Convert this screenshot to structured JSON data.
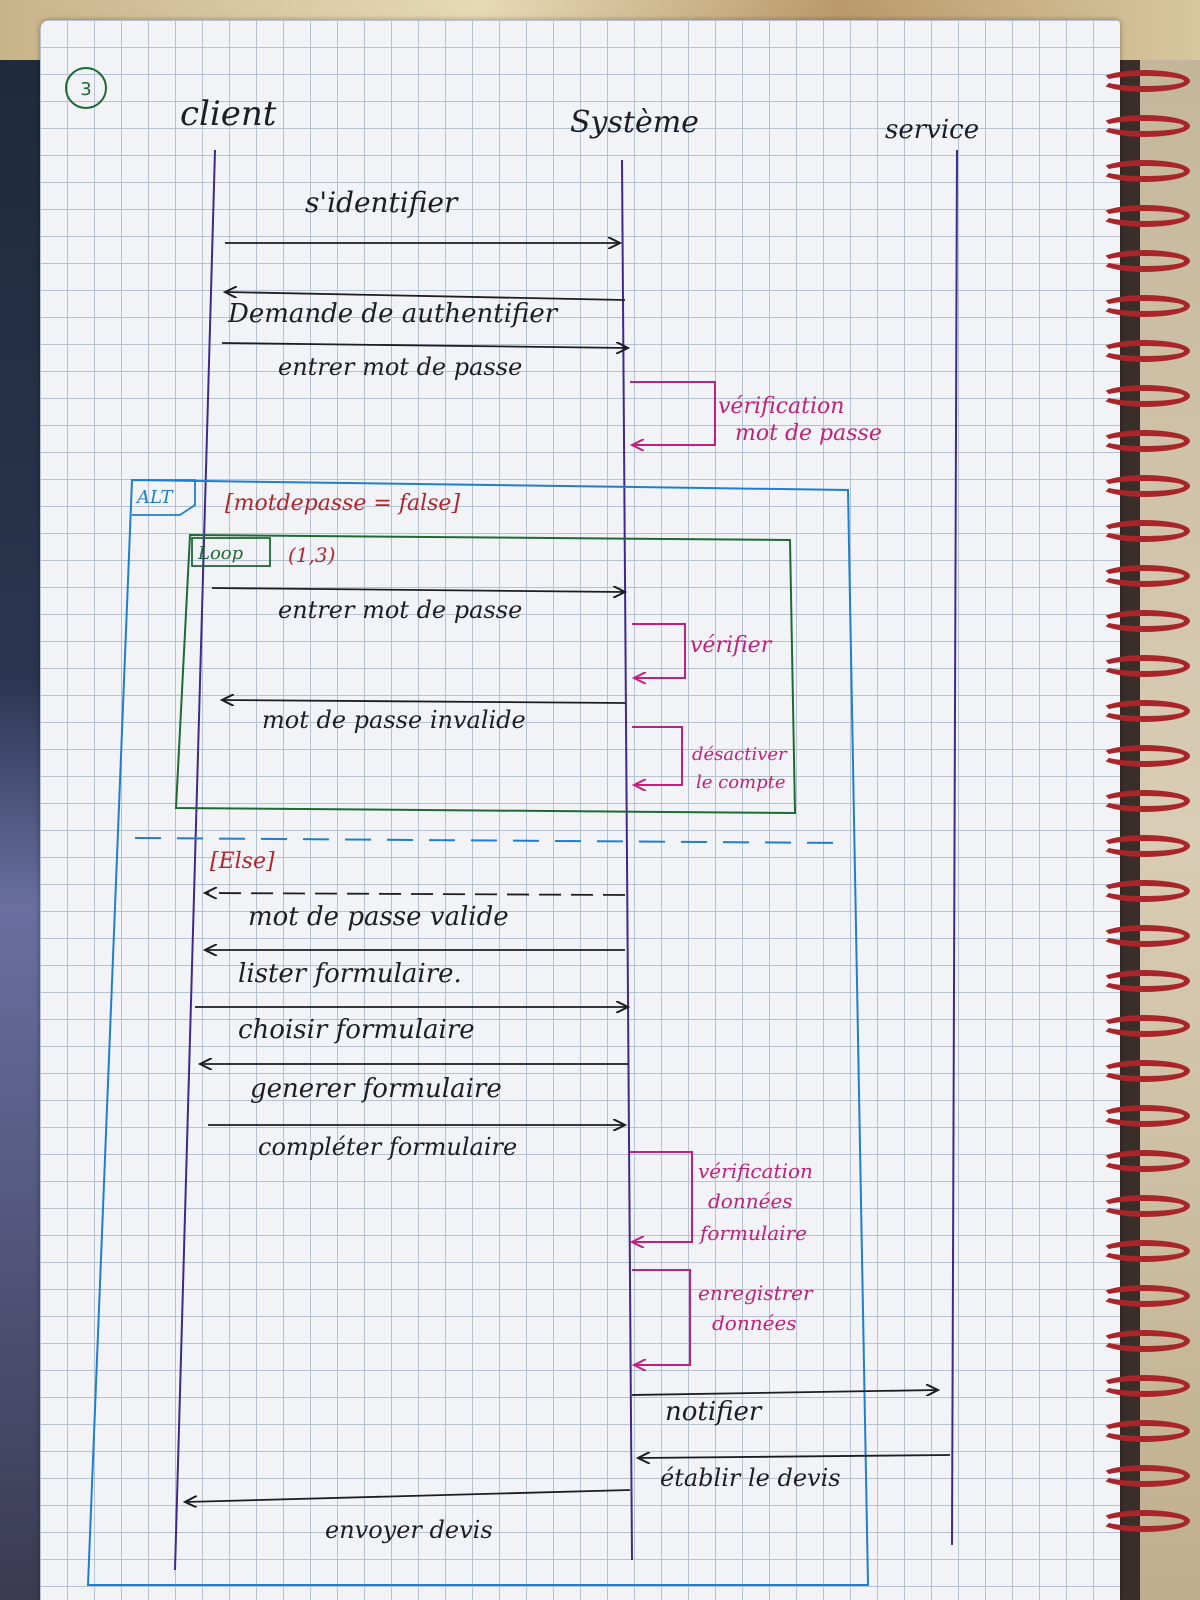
{
  "page_number": "3",
  "participants": {
    "client": "client",
    "system": "Système",
    "service": "service"
  },
  "messages": {
    "identify": "s'identifier",
    "auth_request": "Demande de authentifier",
    "enter_password": "entrer mot de passe",
    "verify_password": [
      "vérification",
      "mot de passe"
    ],
    "enter_password_loop": "entrer mot de passe",
    "verify": "vérifier",
    "password_invalid": "mot de passe invalide",
    "deactivate_account": [
      "désactiver",
      "le compte"
    ],
    "password_valid": "mot de passe valide",
    "list_forms": "lister formulaire.",
    "choose_form": "choisir formulaire",
    "generate_form": "generer formulaire",
    "complete_form": "compléter formulaire",
    "verify_form_data": [
      "vérification",
      "données",
      "formulaire"
    ],
    "save_data": [
      "enregistrer",
      "données"
    ],
    "notify": "notifier",
    "establish_quote": "établir le devis",
    "send_quote": "envoyer devis"
  },
  "fragments": {
    "alt_label": "ALT",
    "alt_guard": "[motdepasse = false]",
    "loop_label": "Loop",
    "loop_guard": "(1,3)",
    "else_guard": "[Else]"
  },
  "colors": {
    "ink_black": "#1d1d22",
    "ink_purple": "#3f2a8c",
    "ink_magenta": "#c2207e",
    "ink_blue": "#1e7fd0",
    "ink_green": "#1f6a34",
    "ink_red": "#b0262c",
    "paper": "#f2f3f6",
    "grid": "#b7c1d4",
    "spiral": "#a8262a"
  }
}
